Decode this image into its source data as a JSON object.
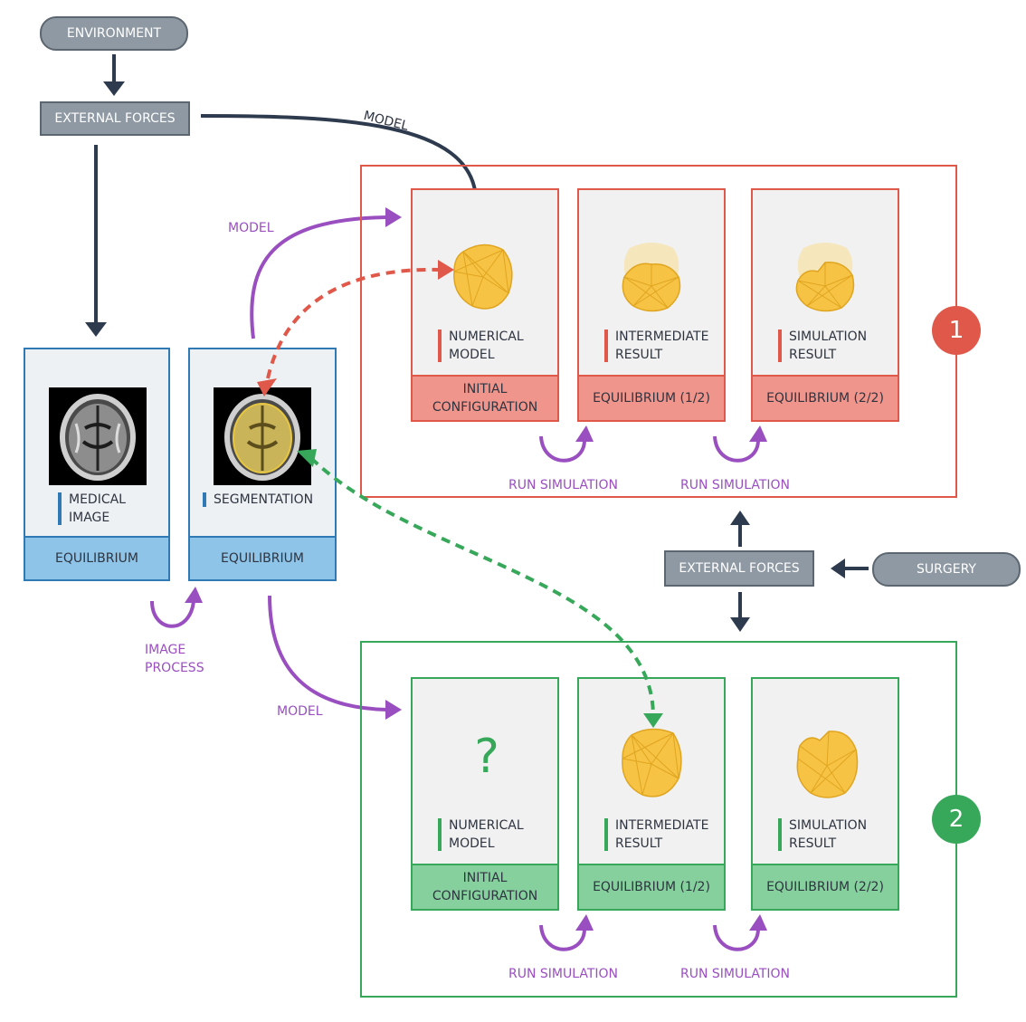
{
  "environment_label": "ENVIRONMENT",
  "surgery_label": "SURGERY",
  "external_forces_top": "EXTERNAL FORCES",
  "external_forces_mid": "EXTERNAL FORCES",
  "edge_labels": {
    "model_top": "MODEL",
    "model_left": "MODEL",
    "model_bottom": "MODEL",
    "image_process": "IMAGE PROCESS",
    "run_sim_red_1": "RUN SIMULATION",
    "run_sim_red_2": "RUN SIMULATION",
    "run_sim_green_1": "RUN SIMULATION",
    "run_sim_green_2": "RUN SIMULATION"
  },
  "medical_image": {
    "label": "MEDICAL IMAGE",
    "footer": "EQUILIBRIUM"
  },
  "segmentation": {
    "label": "SEGMENTATION",
    "footer": "EQUILIBRIUM"
  },
  "scenario_1": {
    "badge": "1",
    "cards": [
      {
        "label": "NUMERICAL MODEL",
        "footer": "INITIAL CONFIGURATION"
      },
      {
        "label": "INTERMEDIATE RESULT",
        "footer": "EQUILIBRIUM (1/2)"
      },
      {
        "label": "SIMULATION RESULT",
        "footer": "EQUILIBRIUM (2/2)"
      }
    ]
  },
  "scenario_2": {
    "badge": "2",
    "question": "?",
    "cards": [
      {
        "label": "NUMERICAL MODEL",
        "footer": "INITIAL CONFIGURATION"
      },
      {
        "label": "INTERMEDIATE RESULT",
        "footer": "EQUILIBRIUM (1/2)"
      },
      {
        "label": "SIMULATION RESULT",
        "footer": "EQUILIBRIUM (2/2)"
      }
    ]
  },
  "colors": {
    "dark": "#2e3b4e",
    "purple": "#9a4fc0",
    "red": "#e0584a",
    "green": "#37a85a",
    "blue": "#2f7ab5",
    "brain_fill": "#f6c344"
  }
}
